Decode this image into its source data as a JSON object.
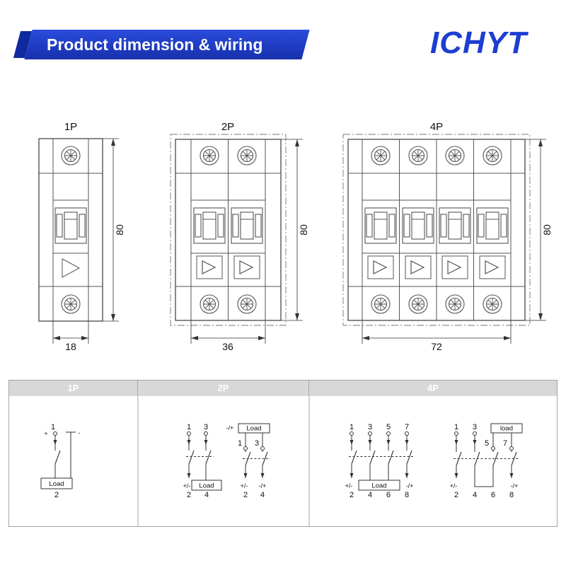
{
  "header": {
    "title": "Product dimension & wiring",
    "logo_text": "ICHYT",
    "brand_blue": "#1c3ed1",
    "banner_blue": "#1e3cc8"
  },
  "drawings": {
    "p1": {
      "label": "1P",
      "width_dim": "18",
      "height_dim": "80"
    },
    "p2": {
      "label": "2P",
      "width_dim": "36",
      "height_dim": "80"
    },
    "p4": {
      "label": "4P",
      "width_dim": "72",
      "height_dim": "80"
    }
  },
  "wiring_table": {
    "headers": [
      "1P",
      "2P",
      "4P"
    ],
    "p1": {
      "t1": "1",
      "t2": "2",
      "plus": "+",
      "minus": "-",
      "load": "Load"
    },
    "p2a": {
      "t1": "1",
      "t3": "3",
      "t2": "2",
      "t4": "4",
      "pol_left": "+/-",
      "load": "Load"
    },
    "p2b": {
      "t1": "1",
      "t3": "3",
      "t2": "2",
      "t4": "4",
      "pol_top": "-/+",
      "pol_left": "+/-",
      "pol_right": "-/+",
      "load": "Load"
    },
    "p4a": {
      "t1": "1",
      "t3": "3",
      "t5": "5",
      "t7": "7",
      "t2": "2",
      "t4": "4",
      "t6": "6",
      "t8": "8",
      "pol_left": "+/-",
      "pol_right": "-/+",
      "load": "Load"
    },
    "p4b": {
      "t1": "1",
      "t3": "3",
      "t5": "5",
      "t7": "7",
      "t2": "2",
      "t4": "4",
      "t6": "6",
      "t8": "8",
      "pol_left": "+/-",
      "pol_right": "-/+",
      "load": "load"
    }
  }
}
